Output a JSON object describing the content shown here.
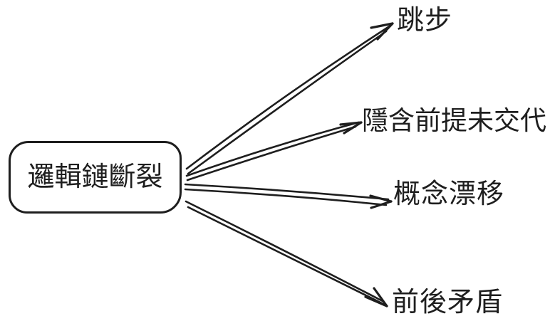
{
  "colors": {
    "background": "#ffffff",
    "ink": "#1e1e1e"
  },
  "diagram": {
    "root": {
      "label": "邏輯鏈斷裂"
    },
    "branches": [
      {
        "label": "跳步"
      },
      {
        "label": "隱含前提未交代"
      },
      {
        "label": "概念漂移"
      },
      {
        "label": "前後矛盾"
      }
    ]
  }
}
